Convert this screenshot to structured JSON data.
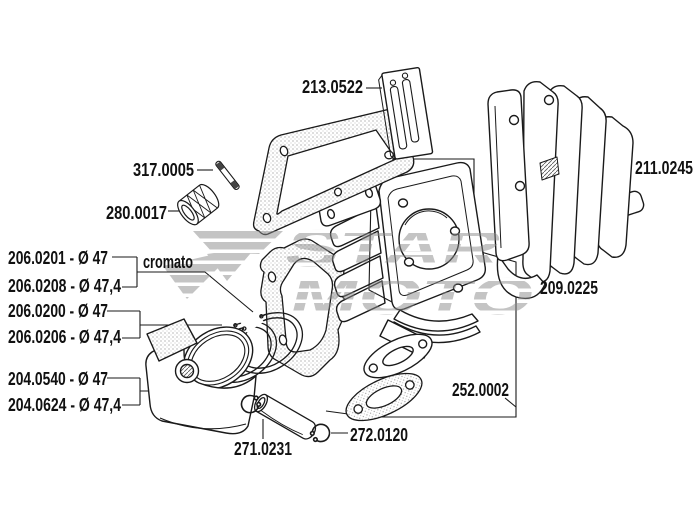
{
  "diagram_title": "cylinder-kit-exploded-parts-diagram",
  "watermark": {
    "line1": "STAR",
    "line2": "MOTO"
  },
  "labels": {
    "reed_spacer": "213.0522",
    "dowel_pin": "317.0005",
    "needle_bearing": "280.0017",
    "ring_chrome_47": "206.0201 - Ø 47",
    "ring_chrome_474": "206.0208 - Ø 47,4",
    "chrome_note": "cromato",
    "ring_47": "206.0200 - Ø 47",
    "ring_474": "206.0206 - Ø 47,4",
    "piston_47": "204.0540 - Ø 47",
    "piston_474": "204.0624 - Ø 47,4",
    "piston_pin": "271.0231",
    "circlip": "272.0120",
    "exhaust_gasket": "252.0002",
    "gasket_set": "209.0225",
    "cylinder_head": "211.0245"
  },
  "colors": {
    "line": "#1a1a1a",
    "watermark_gray": "#8a8a8a",
    "background": "#ffffff"
  }
}
